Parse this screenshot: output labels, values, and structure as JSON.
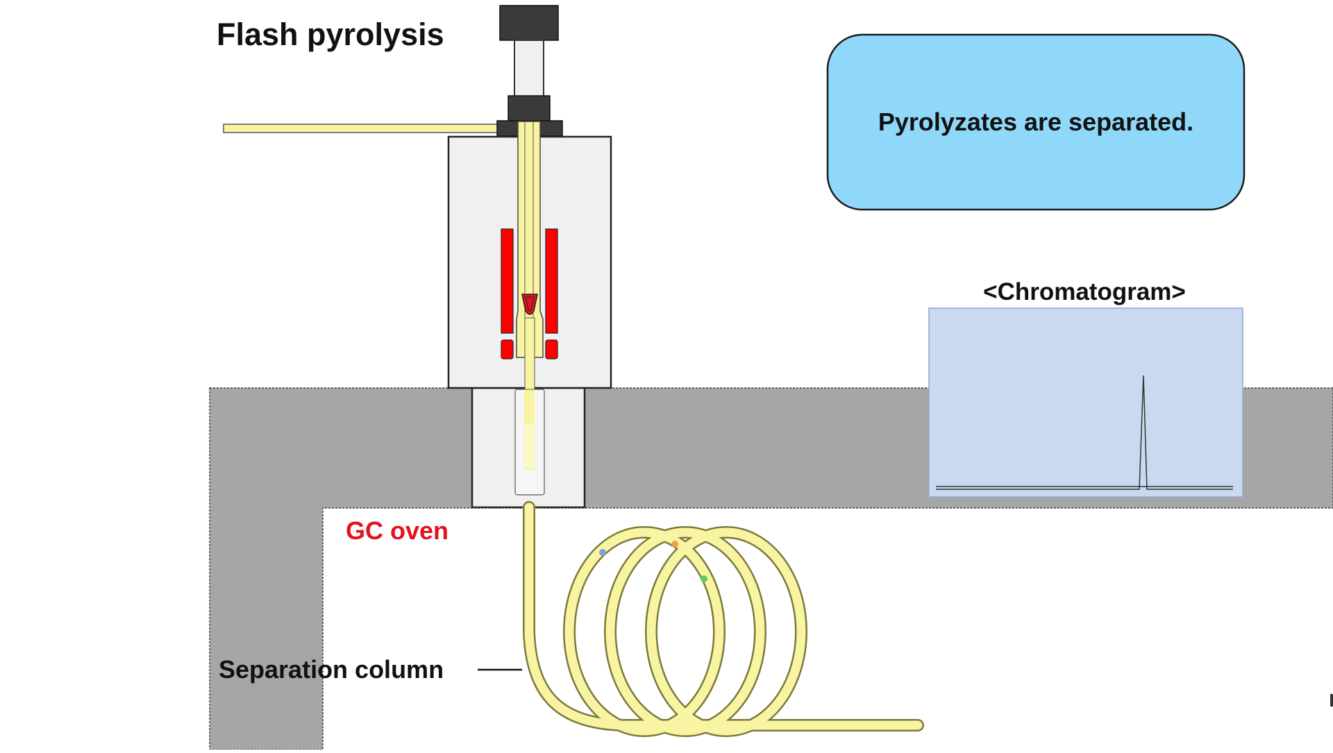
{
  "title": "Flash pyrolysis",
  "callout": {
    "text": "Pyrolyzates are separated."
  },
  "chromatogram": {
    "title": "<Chromatogram>"
  },
  "labels": {
    "oven": "GC oven",
    "column": "Separation column"
  },
  "colors": {
    "oven_wall": "#a6a6a6",
    "callout_fill": "#8fd8fa",
    "chromatogram_fill": "#c9daf0",
    "tubing": "#f8f4a2",
    "heater": "#ff0000",
    "oven_label": "#e3121c",
    "furnace_body": "#f0f0f0",
    "cap": "#3a3a3a"
  }
}
